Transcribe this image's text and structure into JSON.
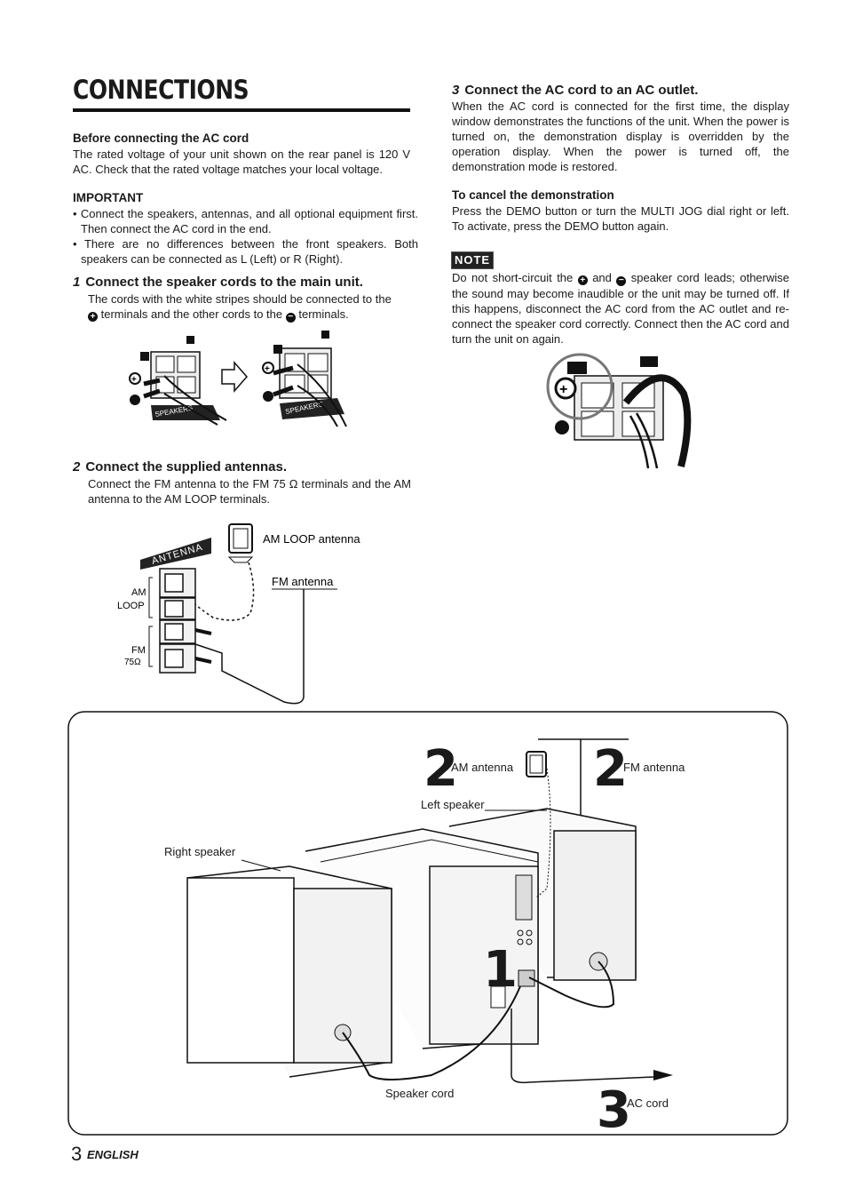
{
  "page": {
    "title": "CONNECTIONS",
    "page_number": "3",
    "language": "ENGLISH"
  },
  "before": {
    "heading": "Before connecting the AC cord",
    "text": "The rated voltage of your unit shown on the rear panel is 120 V AC. Check that the rated voltage matches your local voltage."
  },
  "important": {
    "heading": "IMPORTANT",
    "items": [
      "• Connect the speakers, antennas, and all optional equipment first. Then connect the AC cord in the end.",
      "• There are no differences between the front speakers. Both speakers can be connected as L (Left) or R (Right)."
    ]
  },
  "step1": {
    "num": "1",
    "heading": "Connect the speaker cords to the main unit.",
    "text_a": "The cords with the white stripes should be connected to the",
    "text_b": "terminals and the other cords to the",
    "text_c": "terminals.",
    "fig_speakers_label": "SPEAKERS"
  },
  "step2": {
    "num": "2",
    "heading": "Connect the supplied antennas.",
    "text": "Connect the FM antenna to the FM 75 Ω terminals and the AM antenna to the AM LOOP terminals.",
    "fig": {
      "antenna_label": "ANTENNA",
      "am_loop_antenna": "AM LOOP antenna",
      "fm_antenna": "FM antenna",
      "am_terminal": "AM",
      "loop_terminal": "LOOP",
      "fm_terminal": "FM",
      "ohm_terminal": "75Ω"
    }
  },
  "step3": {
    "num": "3",
    "heading": "Connect the AC cord to an AC outlet.",
    "text": "When the AC cord is connected for the first time, the display window demonstrates the functions of the unit. When the power is turned on, the demonstration display is overridden by the operation display. When the power is turned off, the demonstration mode is restored."
  },
  "cancel": {
    "heading": "To cancel the demonstration",
    "text": "Press the DEMO button or turn the MULTI JOG dial right or left. To activate, press the DEMO button again."
  },
  "note": {
    "badge": "NOTE",
    "text_a": "Do not short-circuit the",
    "text_b": "and",
    "text_c": "speaker cord leads; otherwise the sound may become inaudible or the unit may be turned off. If this happens, disconnect the AC cord from the AC outlet and re-connect the speaker cord correctly. Connect then the AC cord and turn the unit on again."
  },
  "overview": {
    "num_am": "2",
    "am_antenna": "AM antenna",
    "num_fm": "2",
    "fm_antenna": "FM antenna",
    "left_speaker": "Left speaker",
    "right_speaker": "Right speaker",
    "num_unit": "1",
    "speaker_cord": "Speaker cord",
    "num_ac": "3",
    "ac_cord": "AC cord"
  }
}
